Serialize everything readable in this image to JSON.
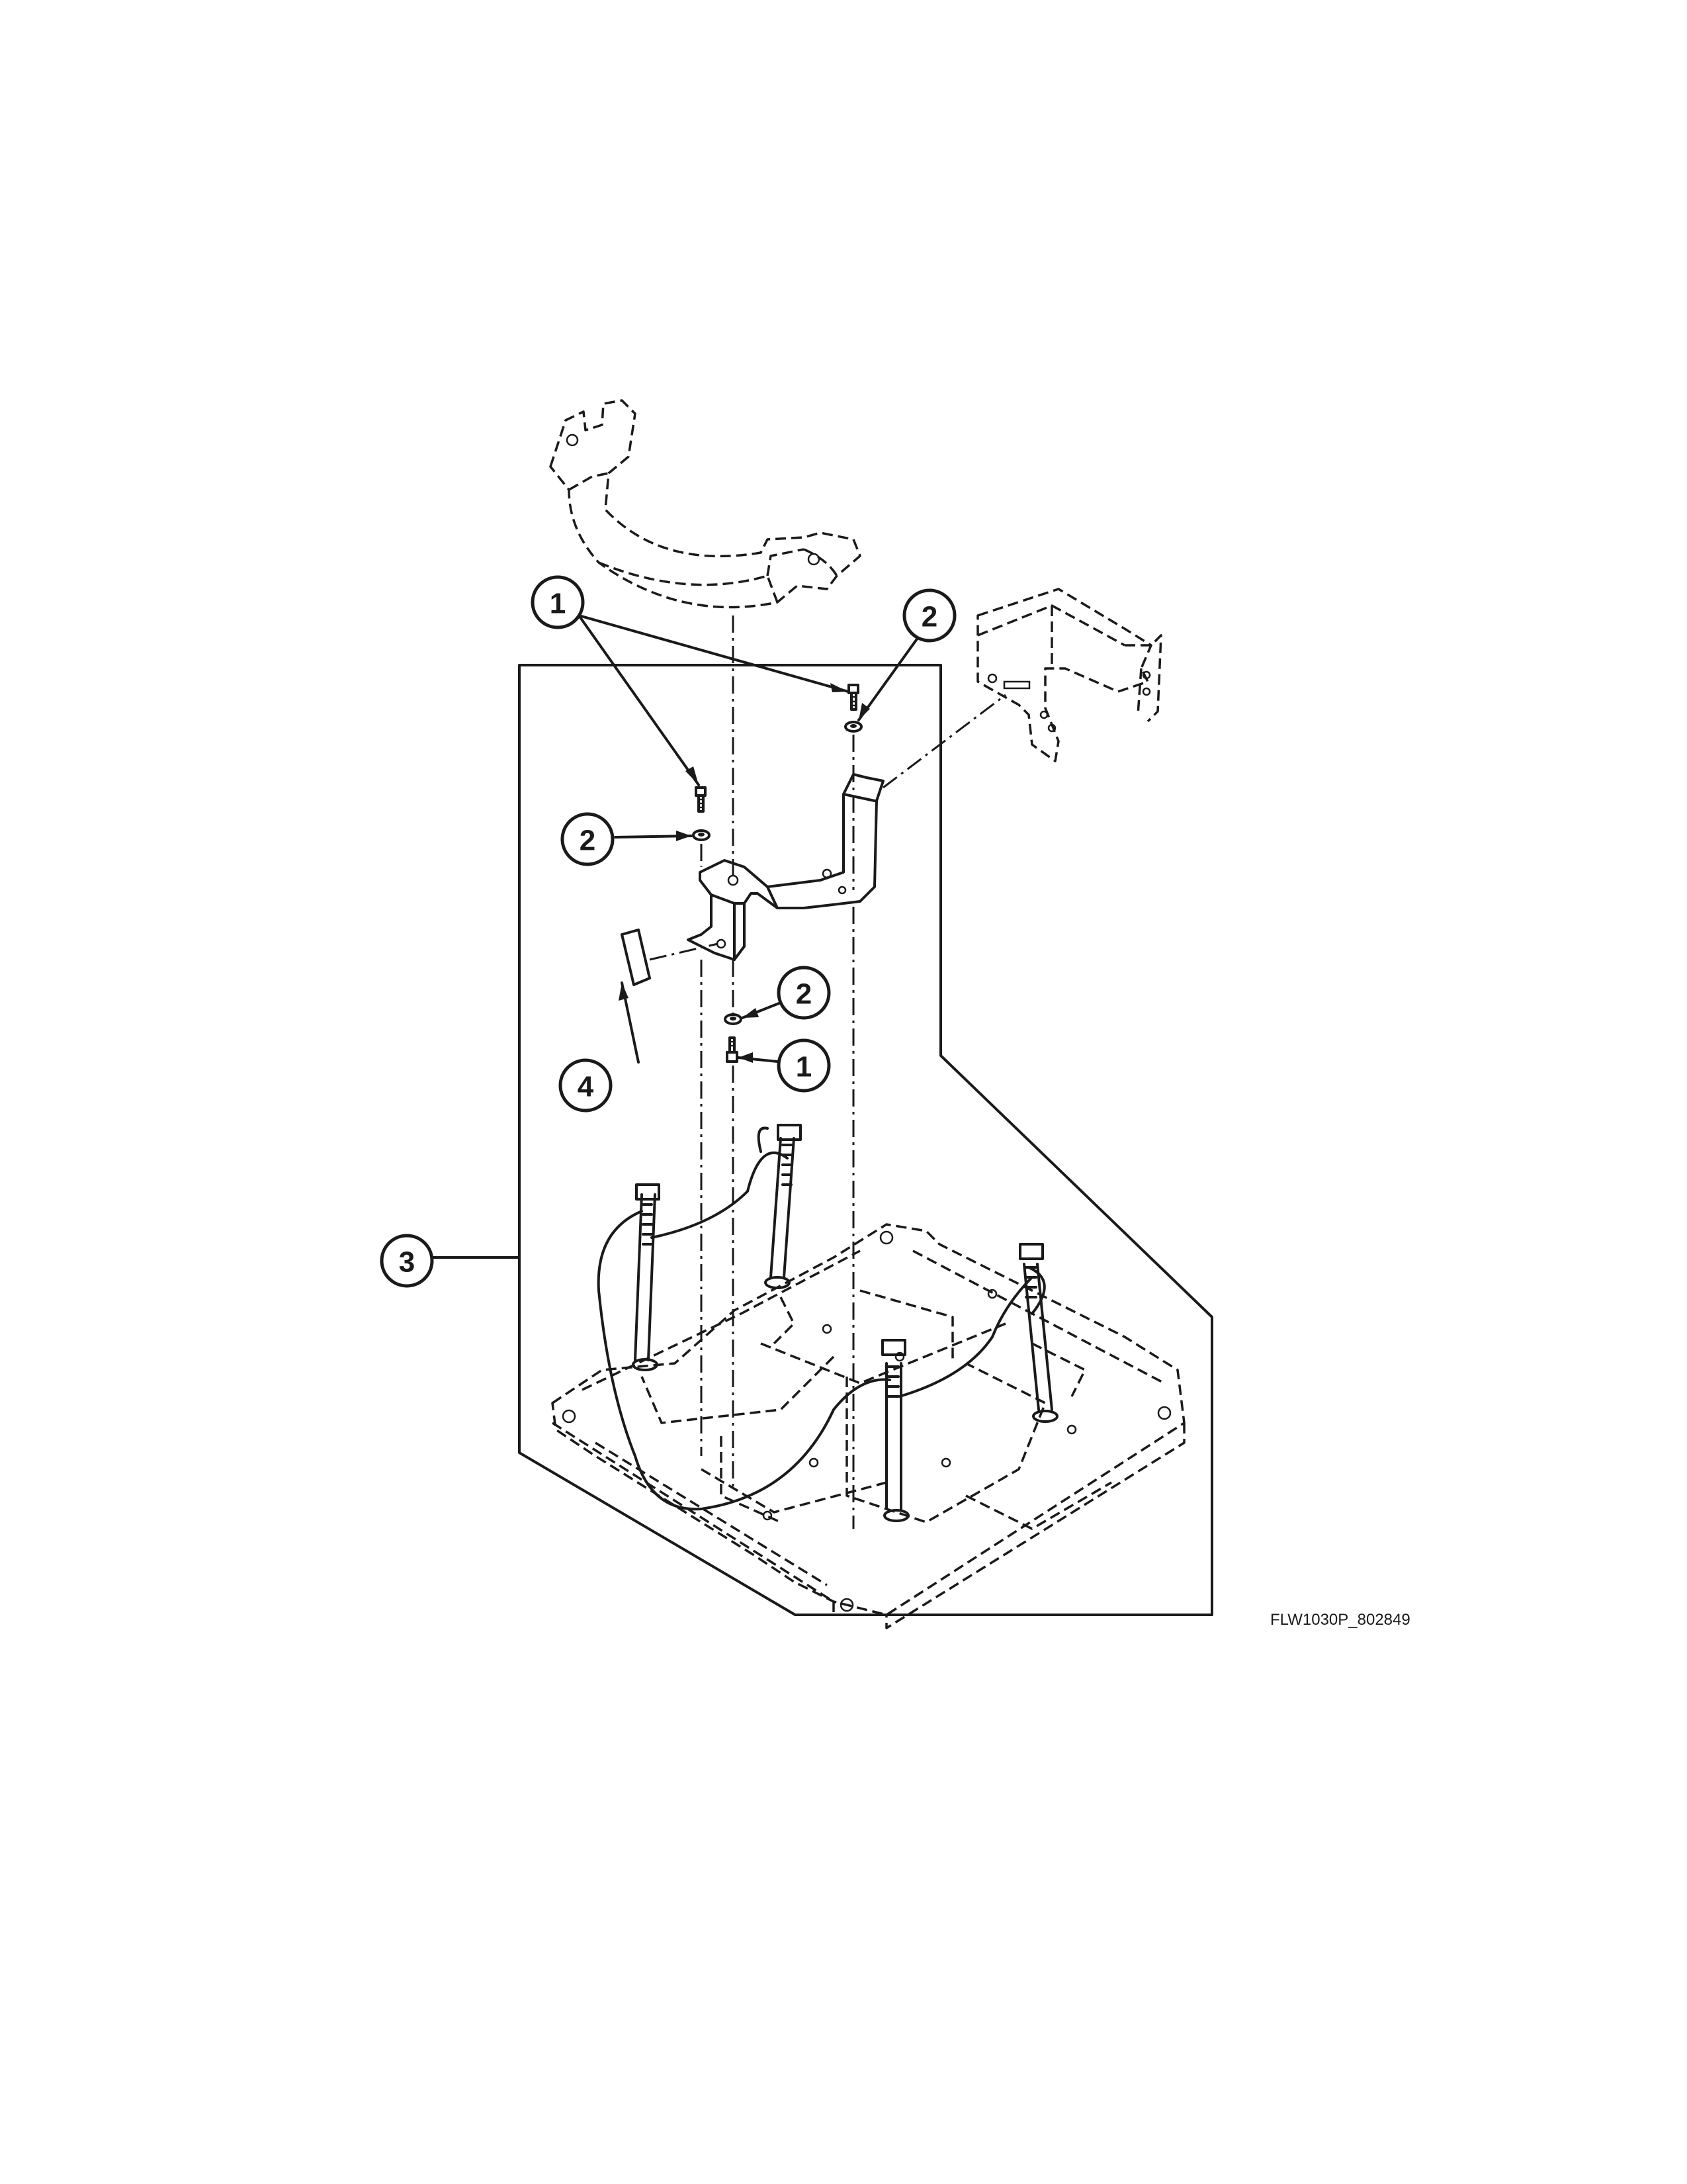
{
  "callouts": {
    "c1a": "1",
    "c2a": "2",
    "c2b": "2",
    "c4": "4",
    "c2c": "2",
    "c1b": "1",
    "c3": "3"
  },
  "figure_code": "FLW1030P_802849",
  "colors": {
    "ink": "#1a1a1a",
    "paper": "#ffffff"
  }
}
